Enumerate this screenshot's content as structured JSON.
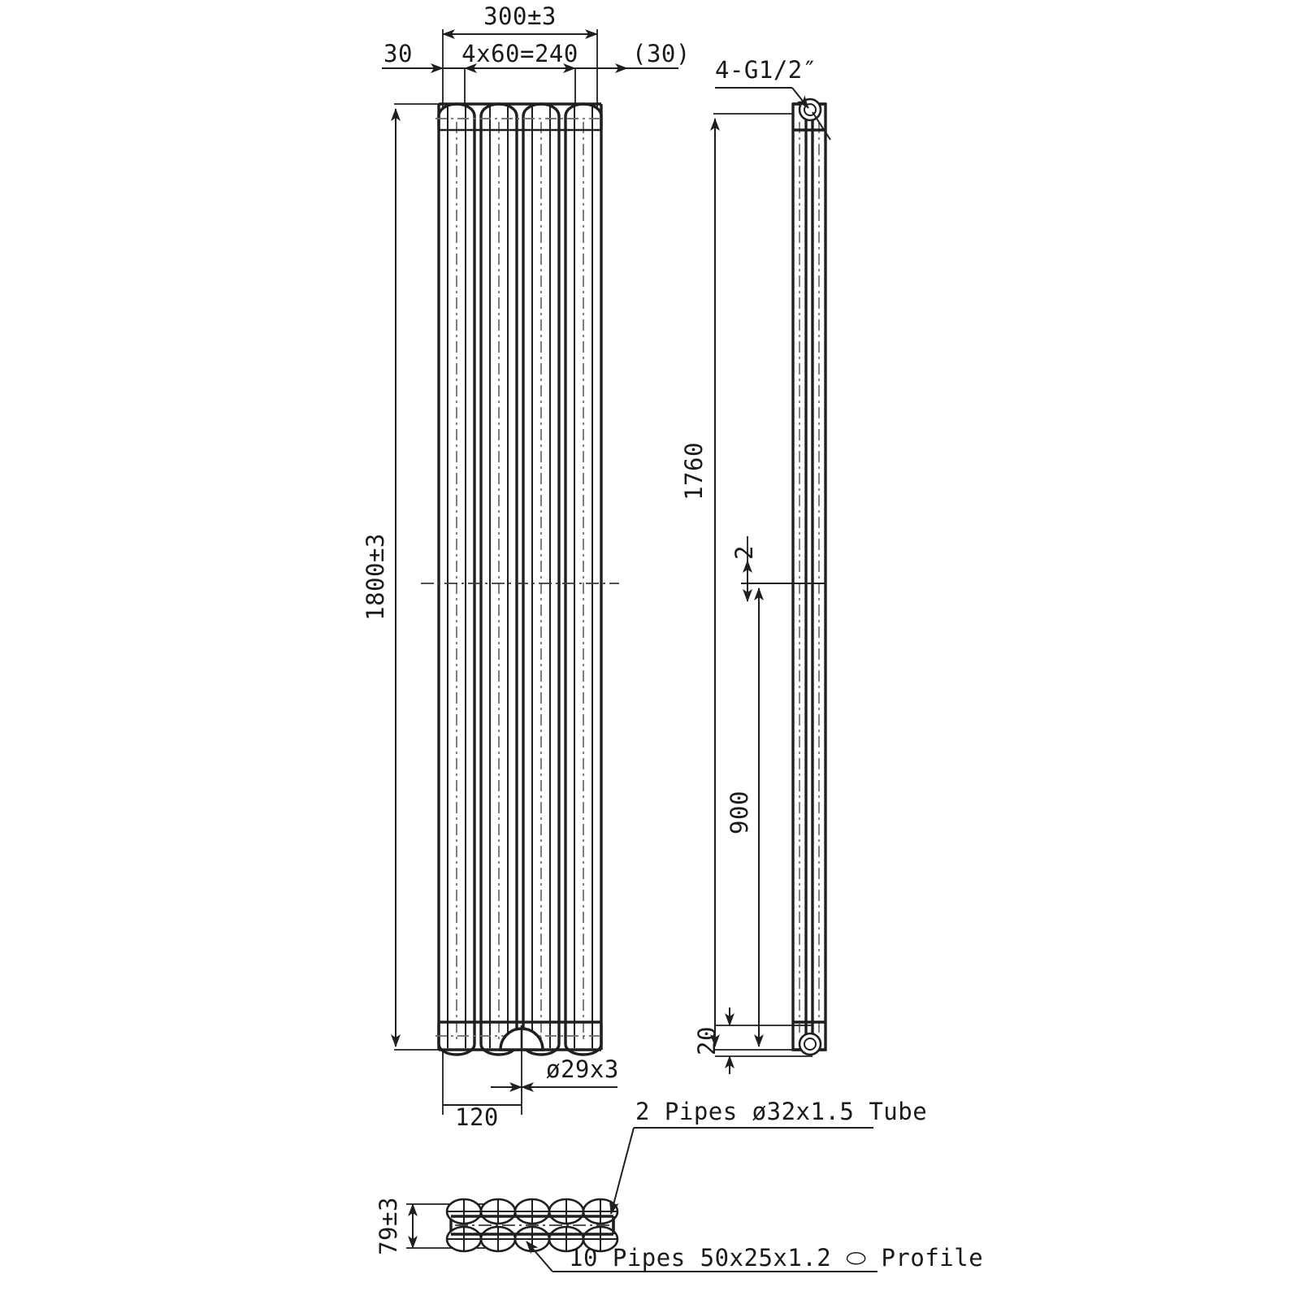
{
  "drawing": {
    "title": "Vertical Column Radiator Technical Drawing",
    "units": "mm",
    "line_color": "#1f1f1f",
    "background": "#ffffff"
  },
  "front_view": {
    "name": "front-elevation",
    "overall_width": "300±3",
    "left_margin": "30",
    "pitch_chain": "4x60=240",
    "right_margin_ref": "(30)",
    "overall_height": "1800±3",
    "column_count": 5,
    "connection_diameter": "ø29x3",
    "connection_offset": "120"
  },
  "side_view": {
    "name": "side-elevation",
    "port_callout": "4-G1/2″",
    "height_to_port": "1760",
    "mid_offset": "900",
    "wall_thickness": "2",
    "bottom_offset": "20"
  },
  "section_view": {
    "name": "horizontal-section",
    "depth": "79±3",
    "top_note": "2 Pipes ø32x1.5 Tube",
    "bottom_note": "10 Pipes 50x25x1.2 ⬭ Profile",
    "ellipse_columns": 5,
    "ellipse_rows": 2
  },
  "labels": {
    "width_300": "300±3",
    "margin_30": "30",
    "pitch_240": "4x60=240",
    "margin_30_ref": "(30)",
    "height_1800": "1800±3",
    "dia_29": "ø29x3",
    "offset_120": "120",
    "port_g12": "4-G1/2″",
    "height_1760": "1760",
    "mid_900": "900",
    "thick_2": "2",
    "bottom_20": "20",
    "depth_79": "79±3",
    "note_pipes_2": "2 Pipes ø32x1.5 Tube",
    "note_pipes_10": "10 Pipes 50x25x1.2 ⬭ Profile"
  }
}
